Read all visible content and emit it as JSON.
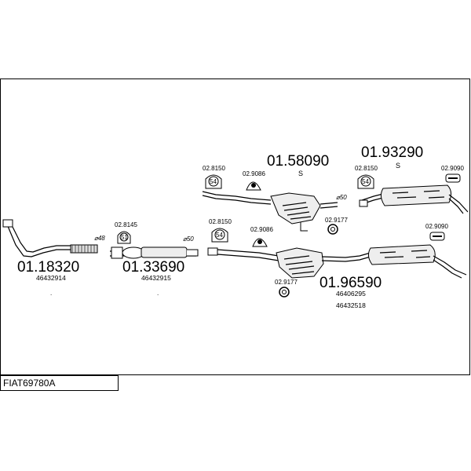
{
  "diagram_code": "FIAT69780A",
  "parts": {
    "front_pipe": {
      "number": "01.18320",
      "oe": "46432914",
      "diameter": "⌀48"
    },
    "center_pipe": {
      "number": "01.33690",
      "oe": "46432915",
      "diameter": "⌀50"
    },
    "mid_silencer_s": {
      "number": "01.58090",
      "variant": "S",
      "diameter": "⌀50"
    },
    "rear_silencer_s": {
      "number": "01.93290",
      "variant": "S"
    },
    "mid_rear_assembly": {
      "number": "01.96590",
      "oe": [
        "46406295",
        "46432518"
      ]
    }
  },
  "accessories": {
    "clamp_front": "02.8145",
    "clamp_upper_left": "02.8150",
    "mount_upper_left": "02.9086",
    "clamp_upper_right": "02.8150",
    "mount_upper_right": "02.9090",
    "rubber_upper_mid": "02.9177",
    "clamp_lower": "02.8150",
    "mount_lower": "02.9086",
    "rubber_lower": "02.9177",
    "mount_lower_right": "02.9090"
  },
  "clamp_label": "54",
  "clamp_label_small": "51"
}
